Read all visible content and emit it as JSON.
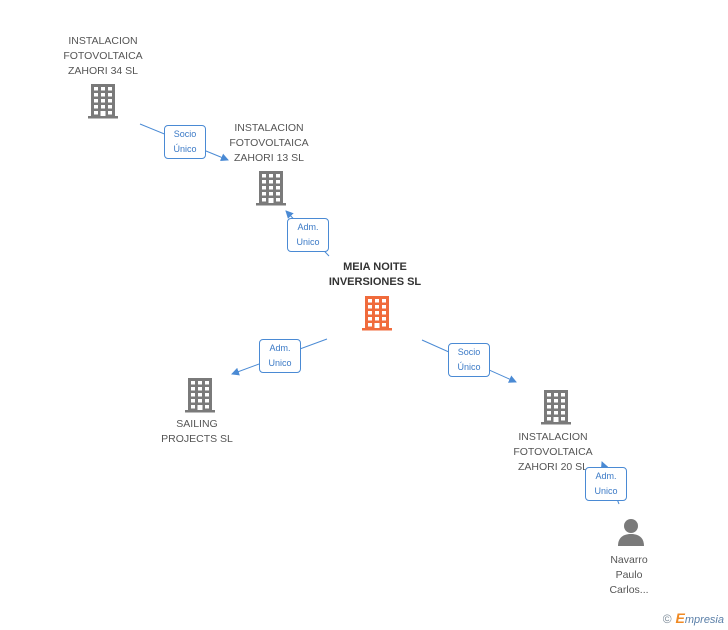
{
  "colors": {
    "building_default": "#7a7a7a",
    "building_main": "#f06b3c",
    "edge": "#4a8ad4",
    "person": "#7a7a7a"
  },
  "nodes": [
    {
      "id": "zahori34",
      "label": "INSTALACION\nFOTOVOLTAICA\nZAHORI 34 SL",
      "icon": "building-icon",
      "main": false
    },
    {
      "id": "zahori13",
      "label": "INSTALACION\nFOTOVOLTAICA\nZAHORI 13 SL",
      "icon": "building-icon",
      "main": false
    },
    {
      "id": "meianoite",
      "label": "MEIA NOITE\nINVERSIONES SL",
      "icon": "building-icon",
      "main": true
    },
    {
      "id": "sailing",
      "label": "SAILING\nPROJECTS SL",
      "icon": "building-icon",
      "main": false
    },
    {
      "id": "zahori20",
      "label": "INSTALACION\nFOTOVOLTAICA\nZAHORI 20 SL",
      "icon": "building-icon",
      "main": false
    },
    {
      "id": "navarro",
      "label": "Navarro\nPaulo\nCarlos...",
      "icon": "person-icon",
      "main": false
    }
  ],
  "edges": [
    {
      "from": "zahori34",
      "to": "zahori13",
      "label": "Socio\nÚnico"
    },
    {
      "from": "meianoite",
      "to": "zahori13",
      "label": "Adm.\nUnico"
    },
    {
      "from": "meianoite",
      "to": "sailing",
      "label": "Adm.\nUnico"
    },
    {
      "from": "meianoite",
      "to": "zahori20",
      "label": "Socio\nÚnico"
    },
    {
      "from": "navarro",
      "to": "zahori20",
      "label": "Adm.\nUnico"
    }
  ],
  "watermark": {
    "copyright": "©",
    "brand_initial": "E",
    "brand_rest": "mpresia"
  }
}
